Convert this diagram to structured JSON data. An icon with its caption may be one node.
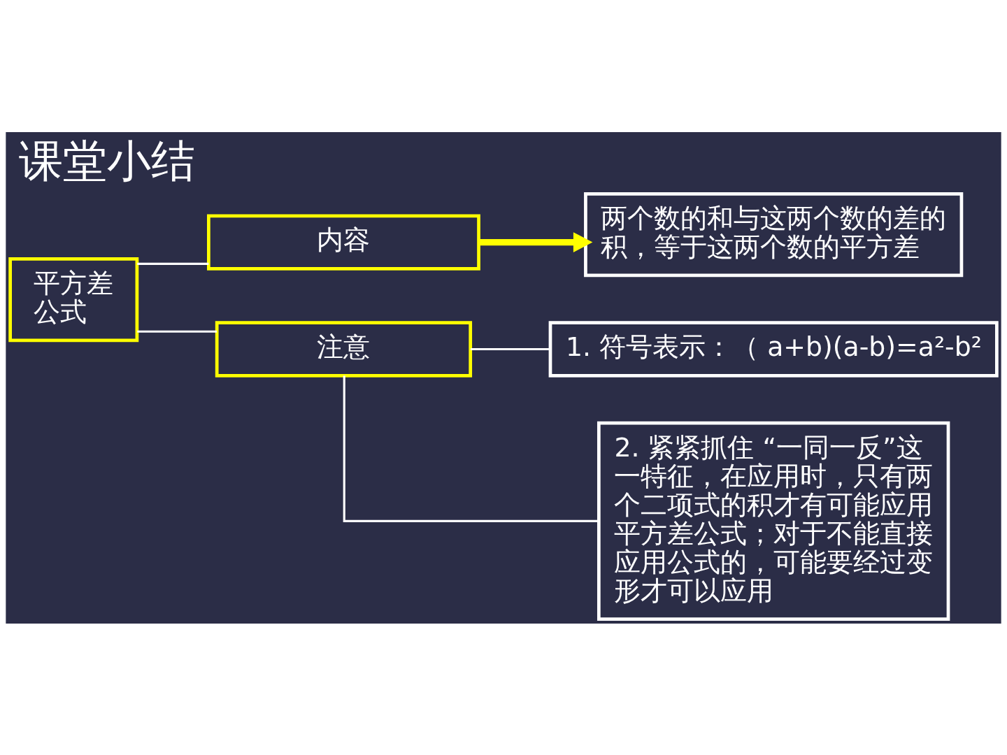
{
  "diagram": {
    "title": "课堂小结",
    "nodes": [
      {
        "text": [
          "平方差公式"
        ]
      },
      {
        "text": [
          "内容"
        ]
      },
      {
        "text": [
          "两个数的和与这两个数的差的积，等于这两个数的平方差"
        ]
      },
      {
        "text": [
          "注意"
        ]
      },
      {
        "text": [
          "1. 符号表示：（ a+b)(a-b)=a²-b²"
        ]
      },
      {
        "text": [
          "2. 紧紧抓住 “一同一反”这一特征，在应用时，只有两个二项式的积才有可能应用平方差公式；对于不能直接应用公式的，可能要经过变形才可以应用"
        ]
      }
    ],
    "edges": [
      {
        "from": 0,
        "to": 1,
        "arrow": "none"
      },
      {
        "from": 0,
        "to": 3,
        "arrow": "none"
      },
      {
        "from": 1,
        "to": 2,
        "arrow": "to",
        "style": "thick",
        "color": "#ffff00"
      },
      {
        "from": 3,
        "to": 4,
        "arrow": "none"
      },
      {
        "from": 3,
        "to": 5,
        "arrow": "none"
      }
    ]
  }
}
